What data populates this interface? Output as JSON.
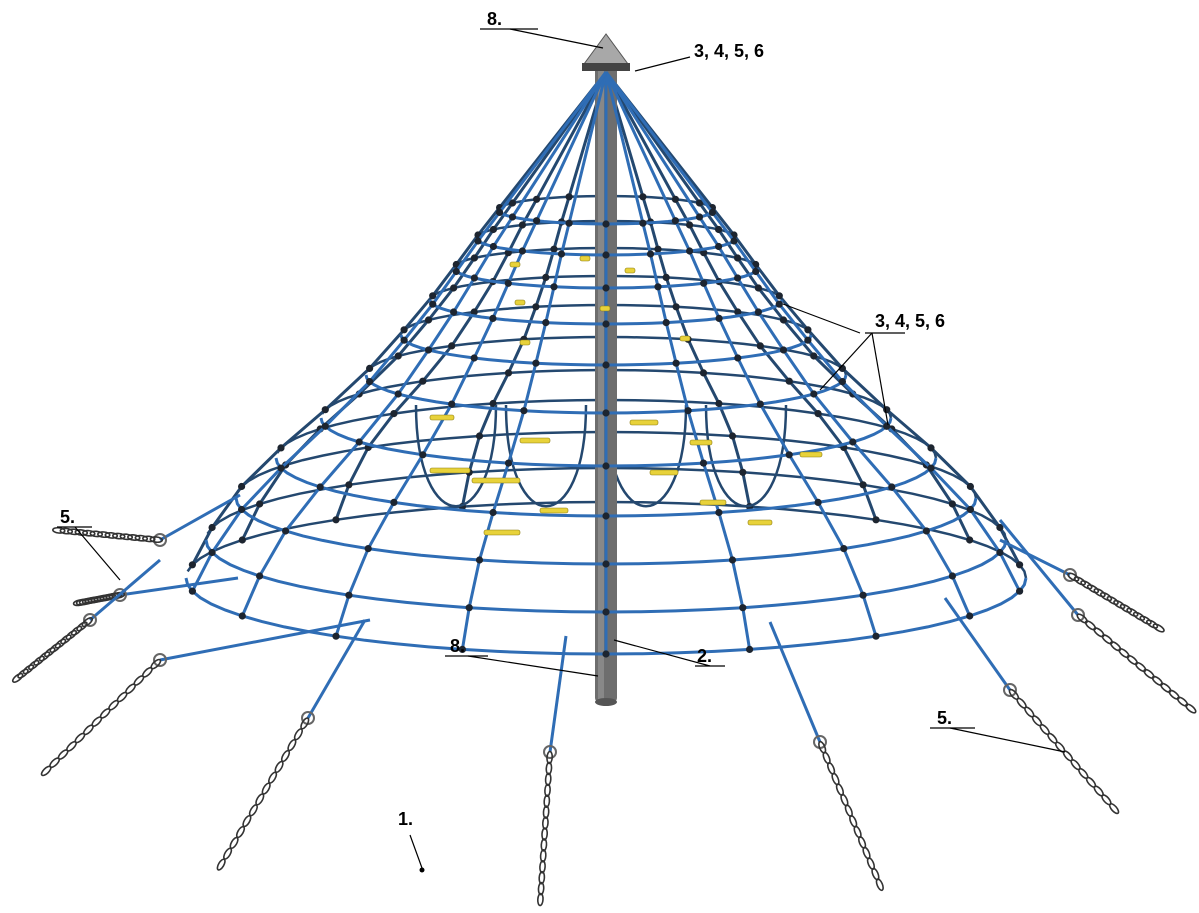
{
  "callouts": {
    "top_cap": "8.",
    "top_fixings": "3, 4, 5, 6",
    "net_fixings": "3, 4, 5, 6",
    "chain_left": "5.",
    "chain_right": "5.",
    "post_base": "8.",
    "post": "2.",
    "ground": "1."
  },
  "colors": {
    "rope": "#2f6db5",
    "rope_dark": "#24486f",
    "node": "#1d2530",
    "post": "#6e6e6e",
    "rung": "#e8d23a",
    "chain": "#333333",
    "cap": "#a8a8a8"
  }
}
